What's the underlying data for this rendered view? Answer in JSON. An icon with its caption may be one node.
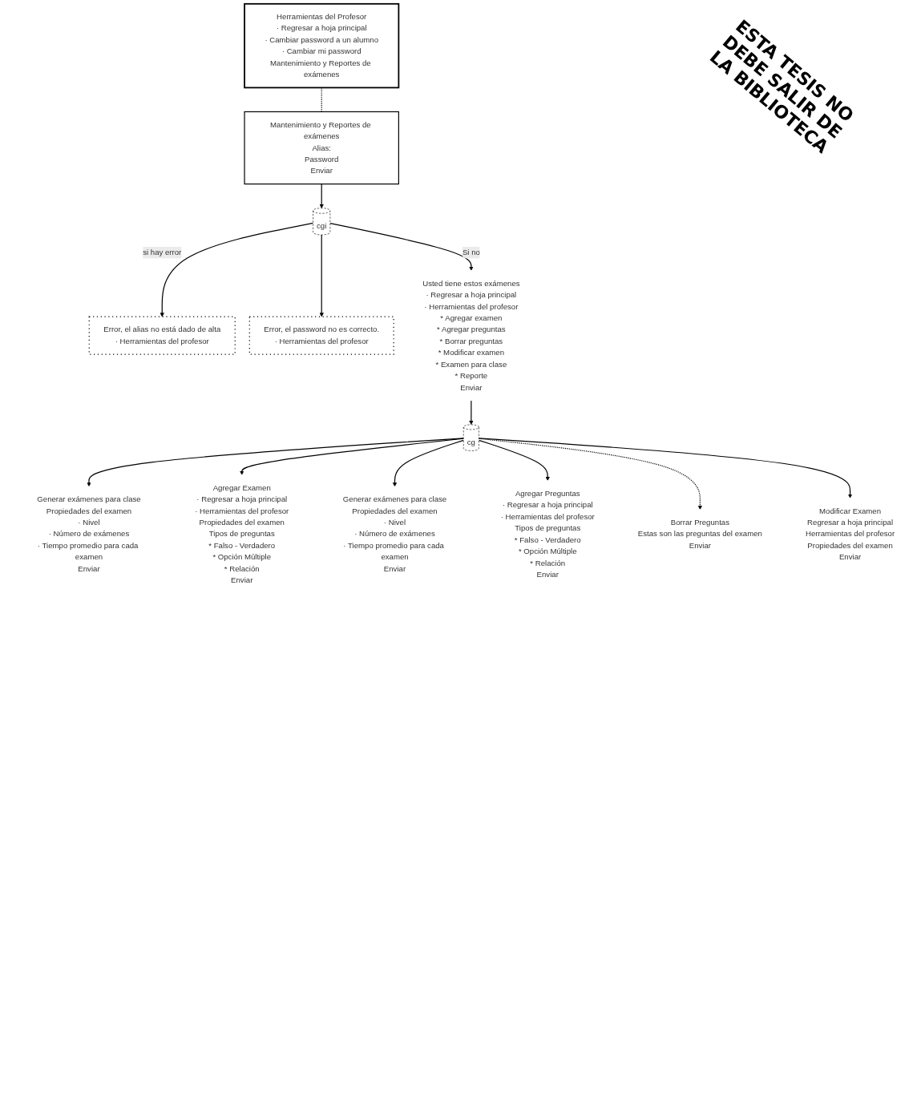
{
  "diagram": {
    "nodes": [
      {
        "text": [
          "Herramientas del Profesor",
          "· Regresar a hoja principal",
          "· Cambiar password a un alumno",
          "· Cambiar mi password",
          "Mantenimiento y Reportes de exámenes"
        ]
      },
      {
        "text": [
          "Mantenimiento y Reportes de exámenes",
          "Alias:",
          "Password",
          "Enviar"
        ]
      },
      {
        "text": [
          "cgi"
        ]
      },
      {
        "text": [
          "Error, el alias no está dado de alta",
          "· Herramientas del profesor"
        ]
      },
      {
        "text": [
          "Error, el password no es correcto.",
          "· Herramientas del profesor"
        ]
      },
      {
        "text": [
          "Usted tiene estos exámenes",
          "· Regresar a hoja principal",
          "· Herramientas del profesor",
          "* Agregar examen",
          "* Agregar preguntas",
          "* Borrar preguntas",
          "* Modificar examen",
          "* Examen para clase",
          "* Reporte",
          "Enviar"
        ]
      },
      {
        "text": [
          "cg"
        ]
      },
      {
        "text": [
          "Generar exámenes para clase",
          "Propiedades del examen",
          "· Nivel",
          "· Número de exámenes",
          "· Tiempo promedio para cada examen",
          "Enviar"
        ]
      },
      {
        "text": [
          "Agregar Examen",
          "· Regresar a hoja principal",
          "· Herramientas del profesor",
          "Propiedades del examen",
          "Tipos de preguntas",
          "* Falso - Verdadero",
          "* Opción Múltiple",
          "* Relación",
          "Enviar"
        ]
      },
      {
        "text": [
          "Generar exámenes para clase",
          "Propiedades del examen",
          "· Nivel",
          "· Número de exámenes",
          "· Tiempo promedio para cada examen",
          "Enviar"
        ]
      },
      {
        "text": [
          "Agregar Preguntas",
          "· Regresar a hoja principal",
          "· Herramientas del profesor",
          "Tipos de preguntas",
          "* Falso - Verdadero",
          "* Opción Múltiple",
          "* Relación",
          "Enviar"
        ]
      },
      {
        "text": [
          "Borrar Preguntas",
          "Estas son las preguntas del examen",
          "Enviar"
        ]
      },
      {
        "text": [
          "Modificar Examen",
          "Regresar a hoja principal",
          "Herramientas del profesor",
          "Propiedades del examen",
          "Enviar"
        ]
      }
    ],
    "edges": [
      {
        "from": 0,
        "to": 1,
        "arrow": "none",
        "style": "dashed"
      },
      {
        "from": 1,
        "to": 2,
        "arrow": "to"
      },
      {
        "from": 2,
        "to": 3,
        "arrow": "to",
        "label": "si hay error"
      },
      {
        "from": 2,
        "to": 4,
        "arrow": "to"
      },
      {
        "from": 2,
        "to": 5,
        "arrow": "to",
        "label": "Si no"
      },
      {
        "from": 5,
        "to": 6,
        "arrow": "to"
      },
      {
        "from": 6,
        "to": 7,
        "arrow": "to"
      },
      {
        "from": 6,
        "to": 8,
        "arrow": "to"
      },
      {
        "from": 6,
        "to": 9,
        "arrow": "to"
      },
      {
        "from": 6,
        "to": 10,
        "arrow": "to"
      },
      {
        "from": 6,
        "to": 11,
        "arrow": "to",
        "style": "dashed"
      },
      {
        "from": 6,
        "to": 12,
        "arrow": "to"
      }
    ],
    "labels": [
      "ESTA TESIS NO DEBE SALIR DE LA BIBLIOTECA"
    ]
  }
}
